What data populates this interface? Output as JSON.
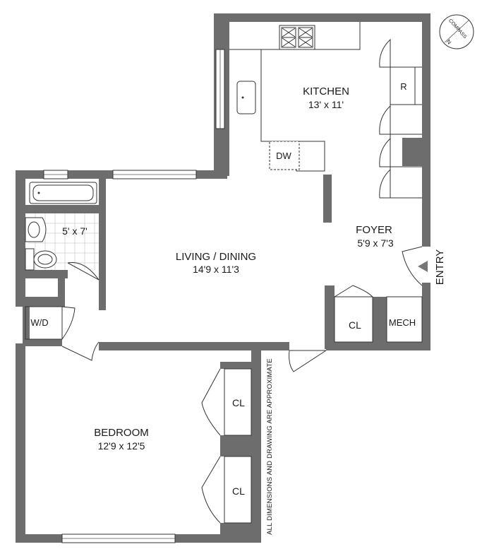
{
  "rooms": {
    "kitchen": {
      "name": "KITCHEN",
      "dims": "13' x 11'"
    },
    "living": {
      "name": "LIVING / DINING",
      "dims": "14'9 x 11'3"
    },
    "foyer": {
      "name": "FOYER",
      "dims": "5'9 x 7'3"
    },
    "bedroom": {
      "name": "BEDROOM",
      "dims": "12'9 x 12'5"
    },
    "bath": {
      "dims": "5' x 7'"
    }
  },
  "fixtures": {
    "dishwasher": "DW",
    "refrigerator": "R",
    "washer_dryer": "W/D",
    "mech": "MECH",
    "closet_foyer": "CL",
    "closet_bed_1": "CL",
    "closet_bed_2": "CL"
  },
  "entry_label": "ENTRY",
  "compass_label": "COMPASS",
  "compass_north": "N",
  "disclaimer": "ALL DIMENSIONS AND DRAWING ARE APPROXIMATE",
  "colors": {
    "wall": "#6d6d6d",
    "tile": "#cfcfcf",
    "ink": "#1a1a1a"
  }
}
